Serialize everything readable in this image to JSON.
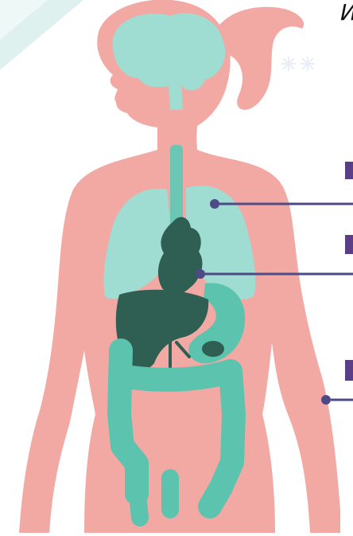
{
  "title_fragment": "И",
  "colors": {
    "skin": "#f3a9a3",
    "organ_light": "#9fdcd2",
    "organ_mid": "#5cc3ae",
    "organ_dark": "#2f5f52",
    "line": "#4e4a86",
    "corner_decor": "#dff1ef"
  },
  "callouts": [
    {
      "target": "lungs"
    },
    {
      "target": "heart"
    },
    {
      "target": "arm"
    }
  ],
  "icons": [
    "snowflake-icon",
    "snowflake-icon"
  ]
}
